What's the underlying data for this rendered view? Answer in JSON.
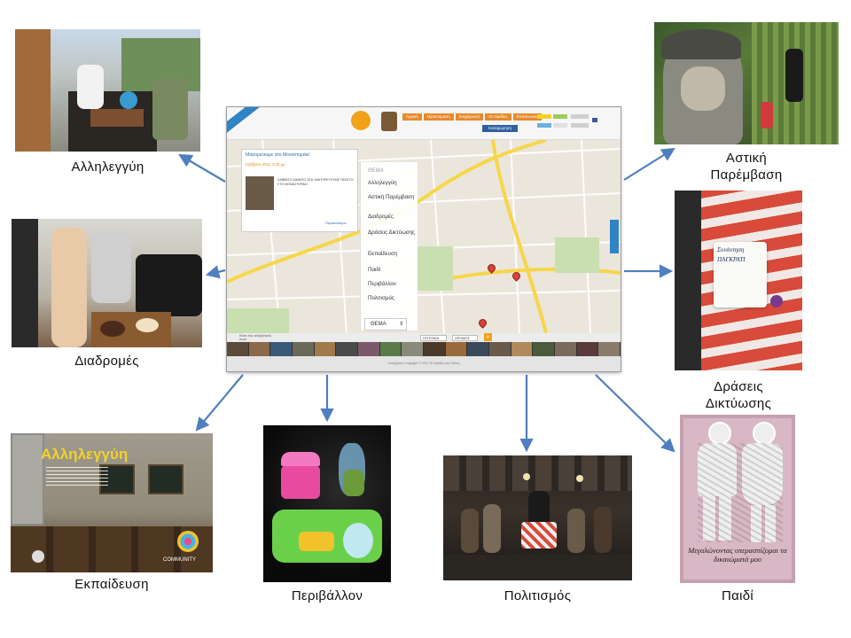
{
  "captions": {
    "allileggyi": "Αλληλεγγύη",
    "astiki_line1": "Αστική",
    "astiki_line2": "Παρέμβαση",
    "diadromes": "Διαδρομές",
    "draseis_line1": "Δράσεις",
    "draseis_line2": "Δικτύωσης",
    "ekpaideusi": "Εκπαίδευση",
    "perivallon": "Περιβάλλον",
    "politismos": "Πολιτισμός",
    "paidi": "Παιδί"
  },
  "screenshot": {
    "login_button": "Καταχώρηση Δράσης",
    "nav_items": [
      "Αρχική",
      "Προετοίμαση",
      "Ενημέρωση",
      "Οι Ομάδες",
      "Επικοινωνία"
    ],
    "popup": {
      "title": "Μαγειρεύουμε στο Μοναστηράκι!",
      "subtitle": "Σάββατο 2011 3:30 μμ",
      "body": "ΣΑΒΒΑΤΟ ΔΑΜΑΤΟ 2011 ΜΑΓΕΙΡΕΥΟΥΜΕ ΠΕΝΤΟΥ ΣΤΟ ΜΟΝΑΣΤΗΡΑΚΙ",
      "more": "Περισσότερα..."
    },
    "menu_header": "ΘΕΜΑ",
    "menu_items": [
      "Αλληλεγγύη",
      "Αστική Παρέμβαση",
      "Διαδρομές",
      "Δράσεις Δικτύωσης",
      "Εκπαίδευση",
      "Παιδί",
      "Περιβάλλον",
      "Πολιτισμός"
    ],
    "menu_select": "ΘΕΜΑ",
    "search_hint": "Κάνε την αναζήτησή σου!",
    "filters": [
      "ΓΕΙΤΟΝΙΑ",
      "ΧΡΟΝΟΣ"
    ],
    "footer": "Συνεργάτες Copyright © 2012 Οι Ομάδες του Πολίτη"
  },
  "poster_texts": {
    "ekpaideusi_title": "Αλληλεγγύη",
    "ekpaideusi_network": "COMMUNITY",
    "paidi_slogan": "Μεγαλώνοντας υπερασπίζομαι τα δικαιώματά μου",
    "sticker": "Συνάντηση ΠΑΓΚΡΑΤΙ"
  },
  "colors": {
    "arrow": "#4f7fc0",
    "accent_orange": "#e8892b",
    "accent_blue": "#2f84c6"
  }
}
